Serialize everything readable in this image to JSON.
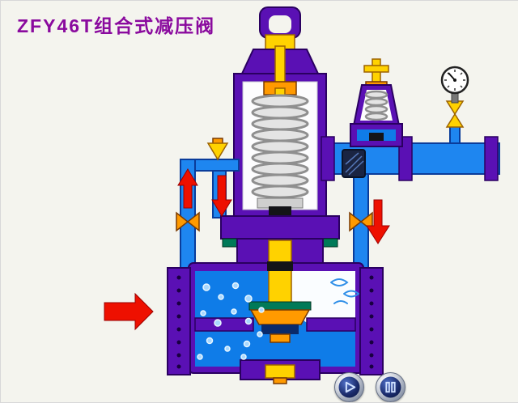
{
  "title": "ZFY46T组合式减压阀",
  "controls": {
    "play": "play",
    "pause": "pause"
  },
  "colors": {
    "background": "#f4f4ee",
    "title_purple": "#8a0a9e",
    "body_purple": "#5a10b4",
    "body_purple_dark": "#2a0060",
    "pipe_blue": "#1e86f0",
    "pipe_blue_dark": "#0a3c9a",
    "fluid_blue": "#0f7ce8",
    "stem_yellow": "#ffd200",
    "stem_orange": "#ff9a00",
    "arrow_red": "#ee1000",
    "seal_green": "#007a58",
    "spring_light": "#e4e4e4",
    "spring_dark": "#8f8f8f",
    "bubble": "#a8d8ff",
    "button_navy": "#1b2f77",
    "button_silver": "#c9ced8"
  }
}
